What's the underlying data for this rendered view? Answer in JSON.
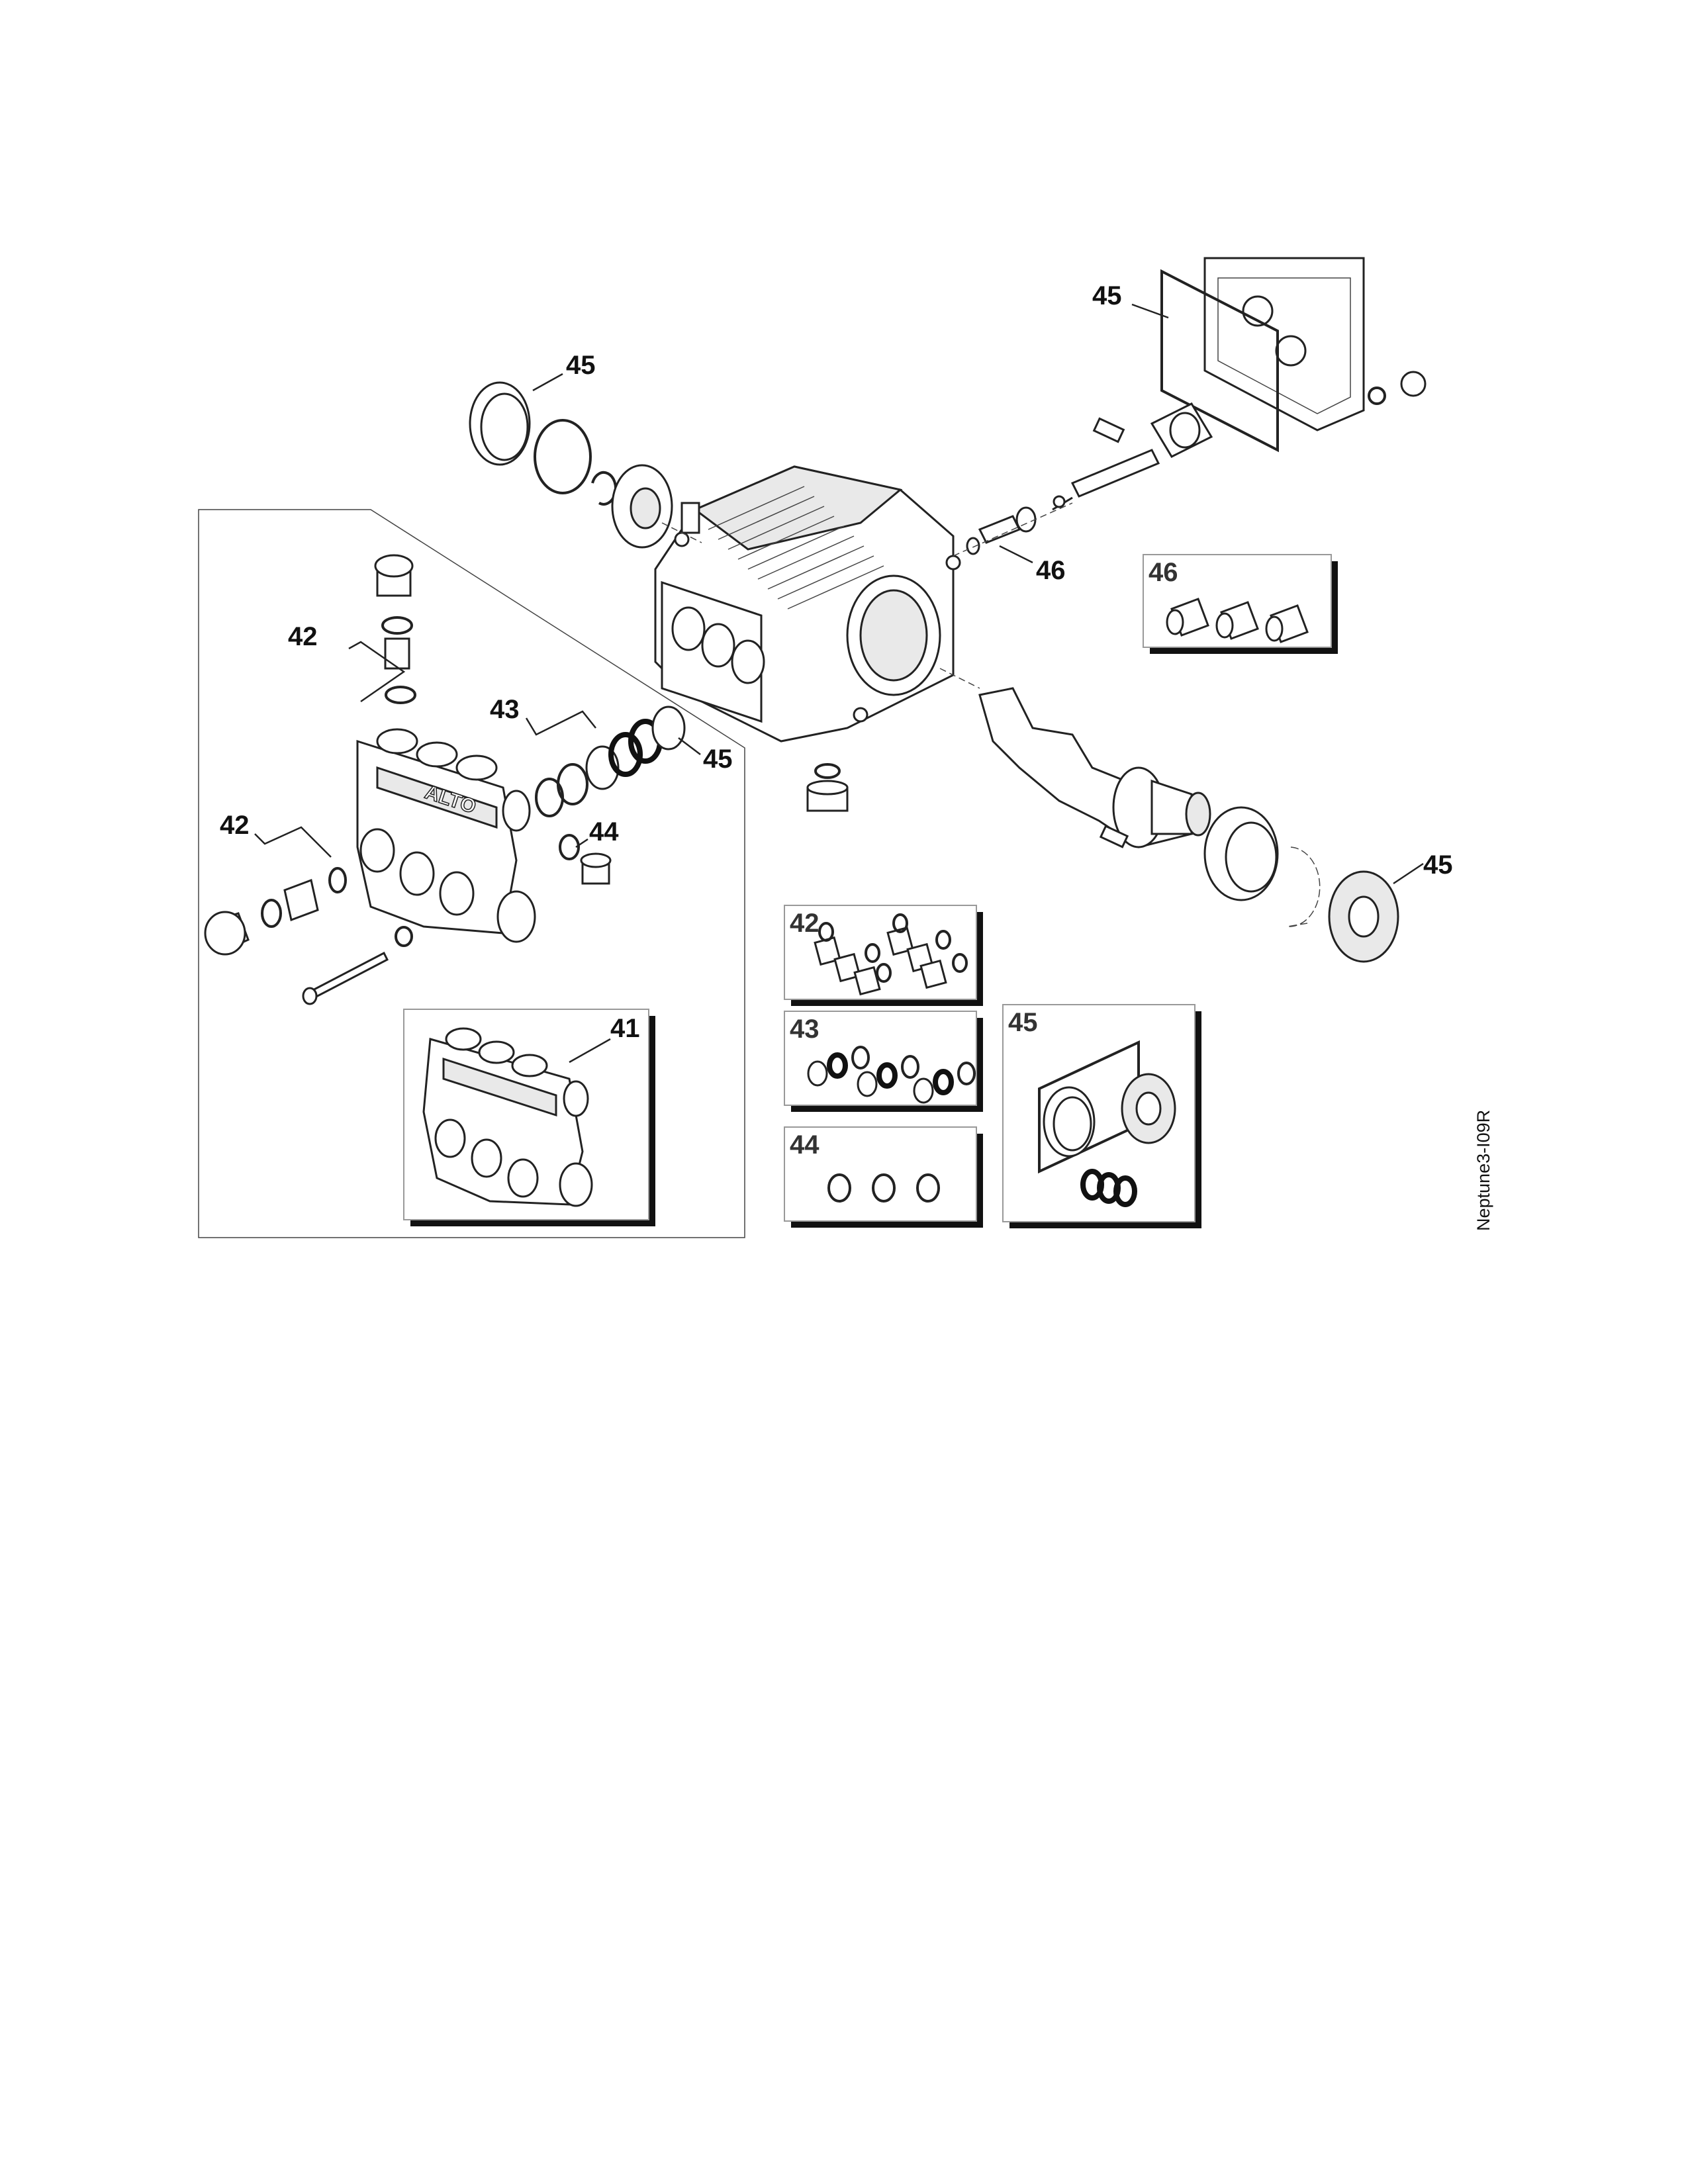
{
  "drawing_code": "Neptune3-I09R",
  "callouts": {
    "c45_top_right": "45",
    "c45_top_left": "45",
    "c46": "46",
    "c42_upper": "42",
    "c43": "43",
    "c45_mid": "45",
    "c44": "44",
    "c42_lower": "42",
    "c41": "41",
    "c45_lower_right": "45"
  },
  "kits": {
    "k46": "46",
    "k42": "42",
    "k43": "43",
    "k44": "44",
    "k45": "45"
  },
  "head_branding": "ALTO"
}
